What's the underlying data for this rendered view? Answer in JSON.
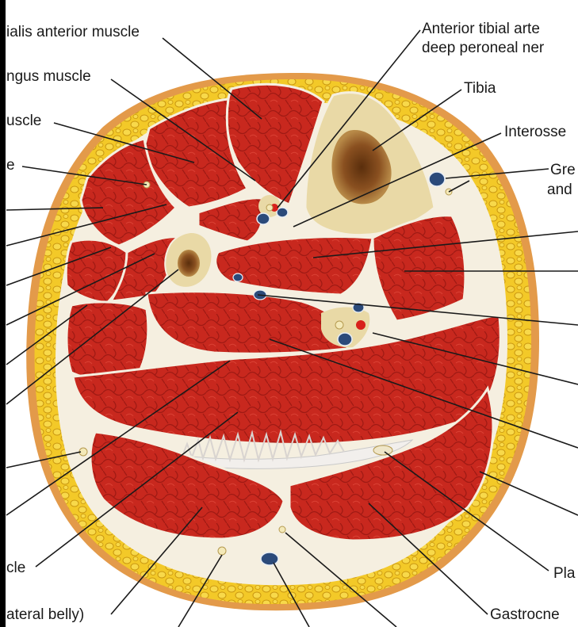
{
  "labels": {
    "tibialis_anterior": "ialis anterior muscle",
    "ext_dig_longus": "ngus muscle",
    "muscle_3": "uscle",
    "e_label": "e",
    "ant_tibial_1": "Anterior tibial arte",
    "ant_tibial_2": "deep peroneal ner",
    "tibia": "Tibia",
    "interosseous": "Interosse",
    "gre_1": "Gre",
    "gre_2": "and",
    "cle": "cle",
    "lateral_belly": "ateral belly)",
    "pla": "Pla",
    "gastrocne": "Gastrocne"
  },
  "colors": {
    "muscle": "#c8281e",
    "muscle_dark": "#8f1410",
    "fat": "#f3c928",
    "fat_dark": "#c9960f",
    "skin": "#e39a4a",
    "fascia": "#f5efe0",
    "bone": "#e9d9a6",
    "marrow": "#7a4416",
    "vein": "#2b4a7a",
    "artery": "#d8201a"
  },
  "icons": [
    "tibia-bone-icon",
    "fibula-bone-icon",
    "vessel-icon",
    "nerve-icon"
  ]
}
